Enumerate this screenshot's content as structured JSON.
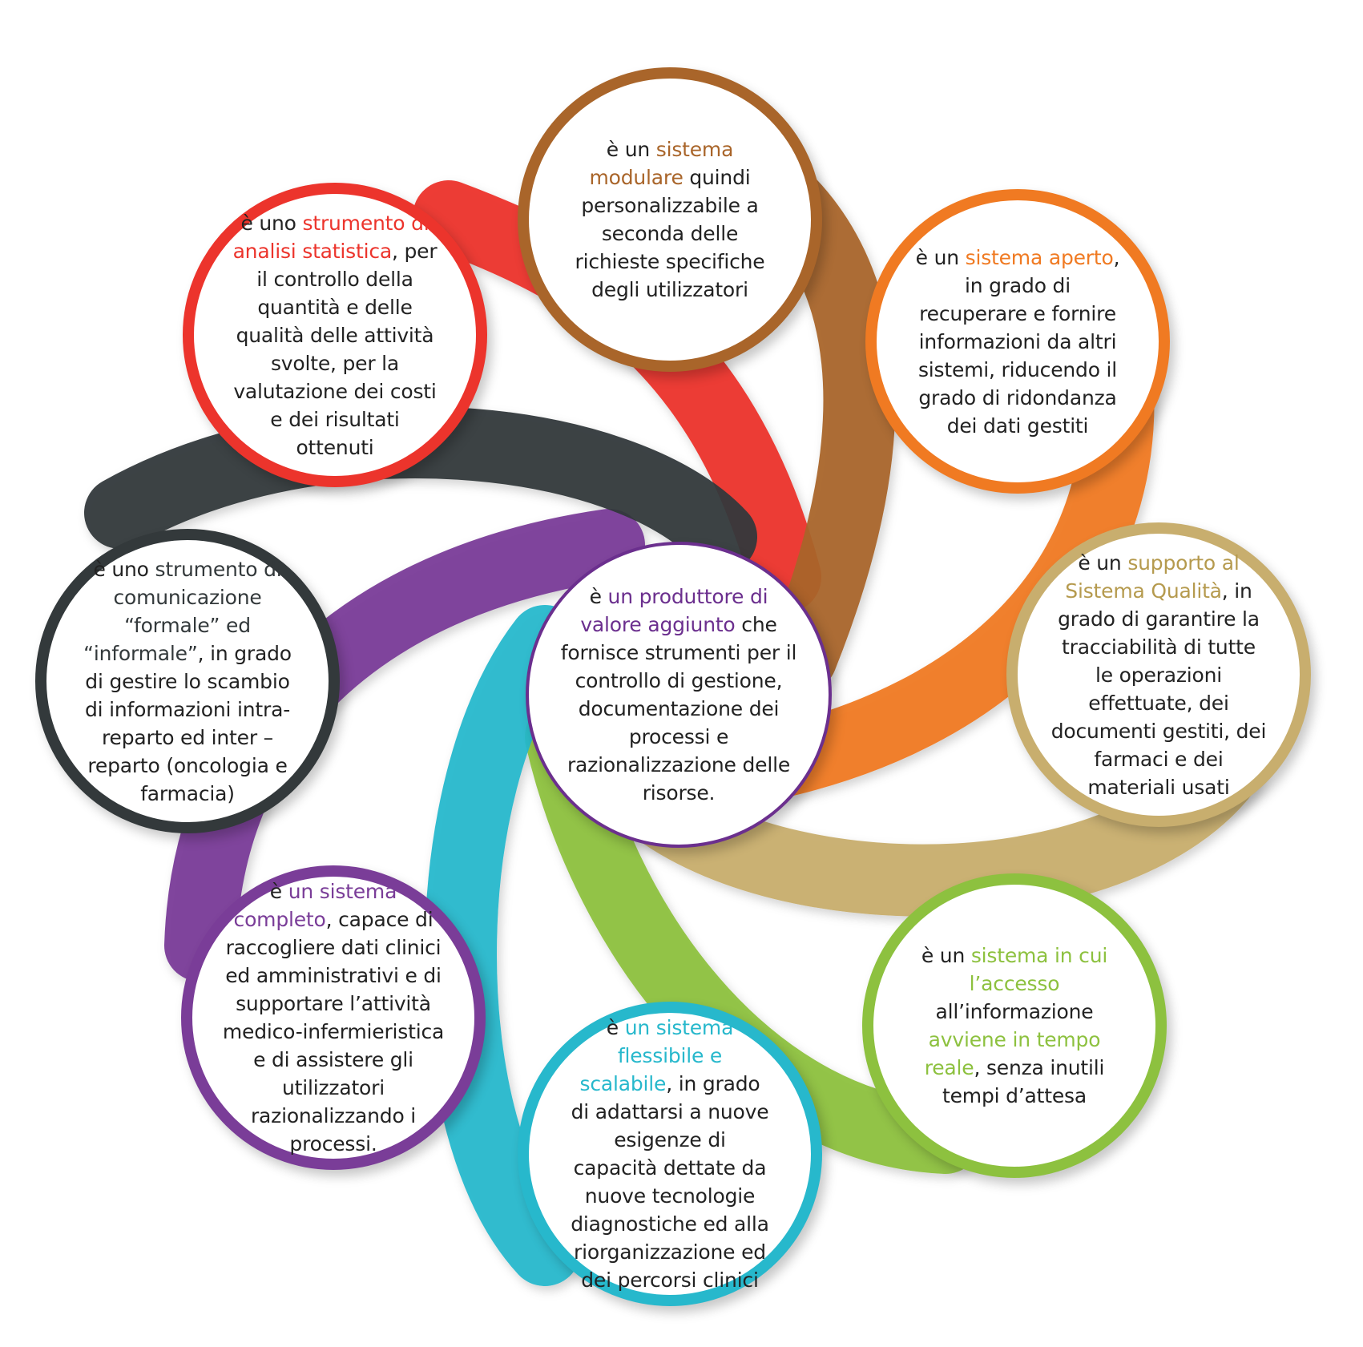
{
  "colors": {
    "modular": "#a9652a",
    "open": "#f07a22",
    "quality": "#c8ae6e",
    "realtime": "#8dc13f",
    "flexible": "#27b8cc",
    "complete": "#7a3d98",
    "communication": "#33393b",
    "statistics": "#ec342c",
    "center": "#6b2f8e"
  },
  "nodes": {
    "center": {
      "pre": "è ",
      "highlight": "un produttore di valore aggiunto",
      "post": " che fornisce strumenti per il controllo di gestione, documentazione dei processi e razionalizzazione delle risorse."
    },
    "modular": {
      "pre": "è un ",
      "highlight": "sistema modulare",
      "post": " quindi personalizzabile a seconda delle richieste specifiche degli utilizzatori"
    },
    "open": {
      "pre": "è un ",
      "highlight": "sistema aperto",
      "post": ", in grado di recuperare e fornire informazioni da altri sistemi, riducendo il grado di ridondanza dei dati gestiti"
    },
    "quality": {
      "pre": "è un ",
      "highlight": "supporto al Sistema Qualità",
      "post": ", in grado di garantire la tracciabilità di tutte le operazioni effettuate, dei documenti gestiti, dei farmaci e dei materiali usati"
    },
    "realtime": {
      "pre": "è un ",
      "highlight": "sistema in cui l’accesso",
      "mid": " all’informazione ",
      "highlight2": "avviene in tempo reale",
      "post": ", senza inutili tempi d’attesa"
    },
    "flexible": {
      "pre": "è ",
      "highlight": "un sistema flessibile e scalabile",
      "post": ", in grado di adattarsi a nuove esigenze di capacità dettate da nuove tecnologie diagnostiche ed alla riorganizzazione ed dei percorsi clinici"
    },
    "complete": {
      "pre": "è ",
      "highlight": "un sistema completo",
      "post": ", capace di raccogliere dati clinici ed amministrativi e di supportare l’attività medico-infermieristica e di assistere gli utilizzatori razionalizzando i processi."
    },
    "communication": {
      "pre": "è uno ",
      "highlight": "strumento di comunicazione “formale” ed “informale”",
      "post": ", in grado di gestire lo scambio di informazioni intra-reparto ed inter – reparto (oncologia e farmacia)"
    },
    "statistics": {
      "pre": "è uno ",
      "highlight": "strumento di analisi statistica",
      "post": ", per il controllo della quantità e delle qualità delle attività svolte, per la valutazione dei costi e dei risultati ottenuti"
    }
  }
}
